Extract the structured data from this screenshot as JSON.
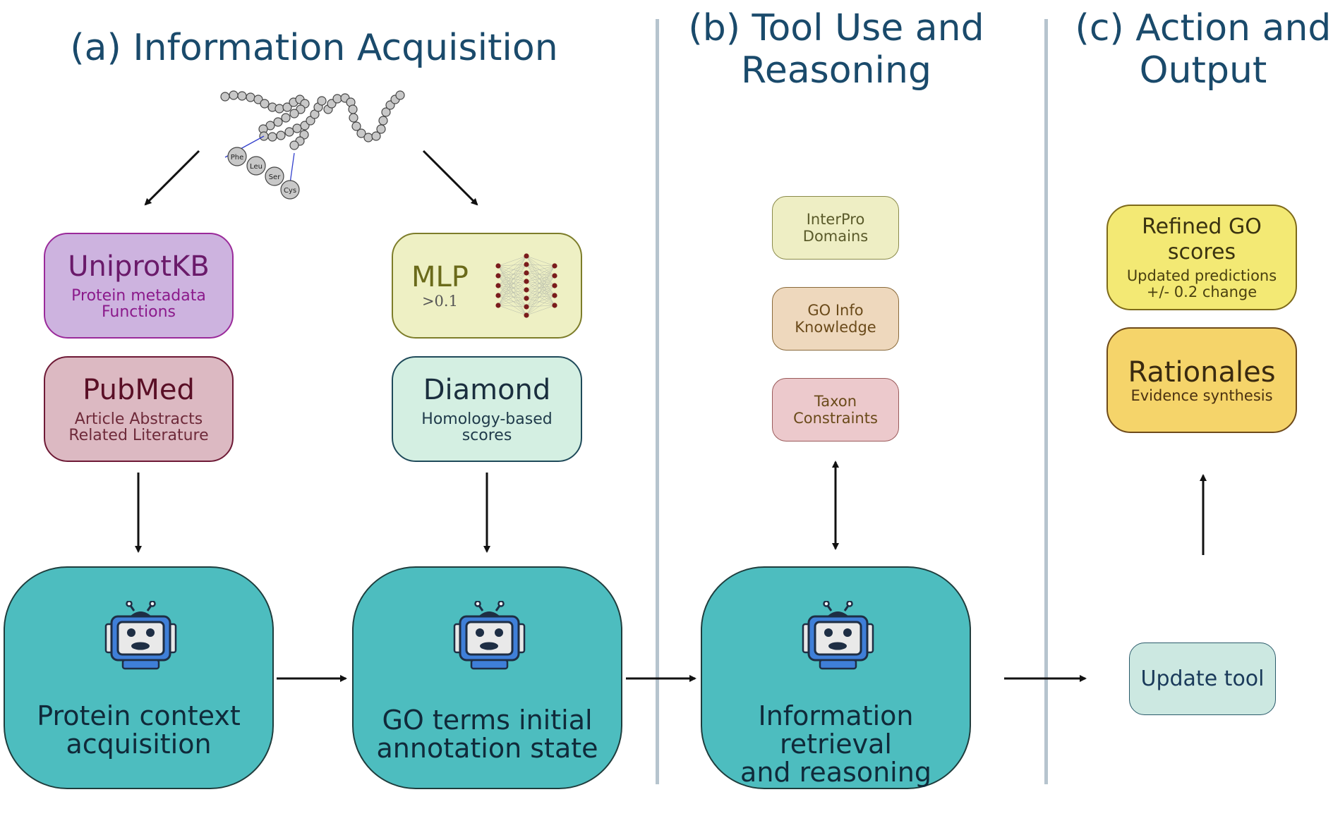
{
  "sections": {
    "a": {
      "title": "(a) Information Acquisition"
    },
    "b": {
      "title_line1": "(b) Tool Use and",
      "title_line2": "Reasoning"
    },
    "c": {
      "title_line1": "(c) Action and",
      "title_line2": "Output"
    }
  },
  "protein": {
    "residues": [
      "Phe",
      "Leu",
      "Ser",
      "Cys"
    ]
  },
  "sources": {
    "uniprot": {
      "title": "UniprotKB",
      "line1": "Protein metadata",
      "line2": "Functions"
    },
    "pubmed": {
      "title": "PubMed",
      "line1": "Article Abstracts",
      "line2": "Related Literature"
    },
    "mlp": {
      "title": "MLP",
      "threshold": ">0.1"
    },
    "diamond": {
      "title": "Diamond",
      "line1": "Homology-based",
      "line2": "scores"
    }
  },
  "tools": {
    "interpro": {
      "line1": "InterPro",
      "line2": "Domains"
    },
    "goinfo": {
      "line1": "GO Info",
      "line2": "Knowledge"
    },
    "taxon": {
      "line1": "Taxon",
      "line2": "Constraints"
    }
  },
  "agents": {
    "context": {
      "line1": "Protein context",
      "line2": "acquisition"
    },
    "go_terms": {
      "line1": "GO terms initial",
      "line2": "annotation state"
    },
    "retrieval": {
      "line1": "Information retrieval",
      "line2": "and reasoning"
    }
  },
  "outputs": {
    "refined": {
      "title": "Refined GO scores",
      "line1": "Updated predictions",
      "line2": "+/- 0.2 change"
    },
    "rationales": {
      "title": "Rationales",
      "line1": "Evidence synthesis"
    },
    "update_tool": {
      "label": "Update tool"
    }
  },
  "colors": {
    "title": "#1a4a6b",
    "agent_fill": "#4dbdbf",
    "uniprot_fill": "#cdb3df",
    "pubmed_fill": "#dcb9c2",
    "mlp_fill": "#eef0c4",
    "diamond_fill": "#d4efe2",
    "refined_fill": "#f3e974",
    "rationales_fill": "#f5d46a"
  }
}
